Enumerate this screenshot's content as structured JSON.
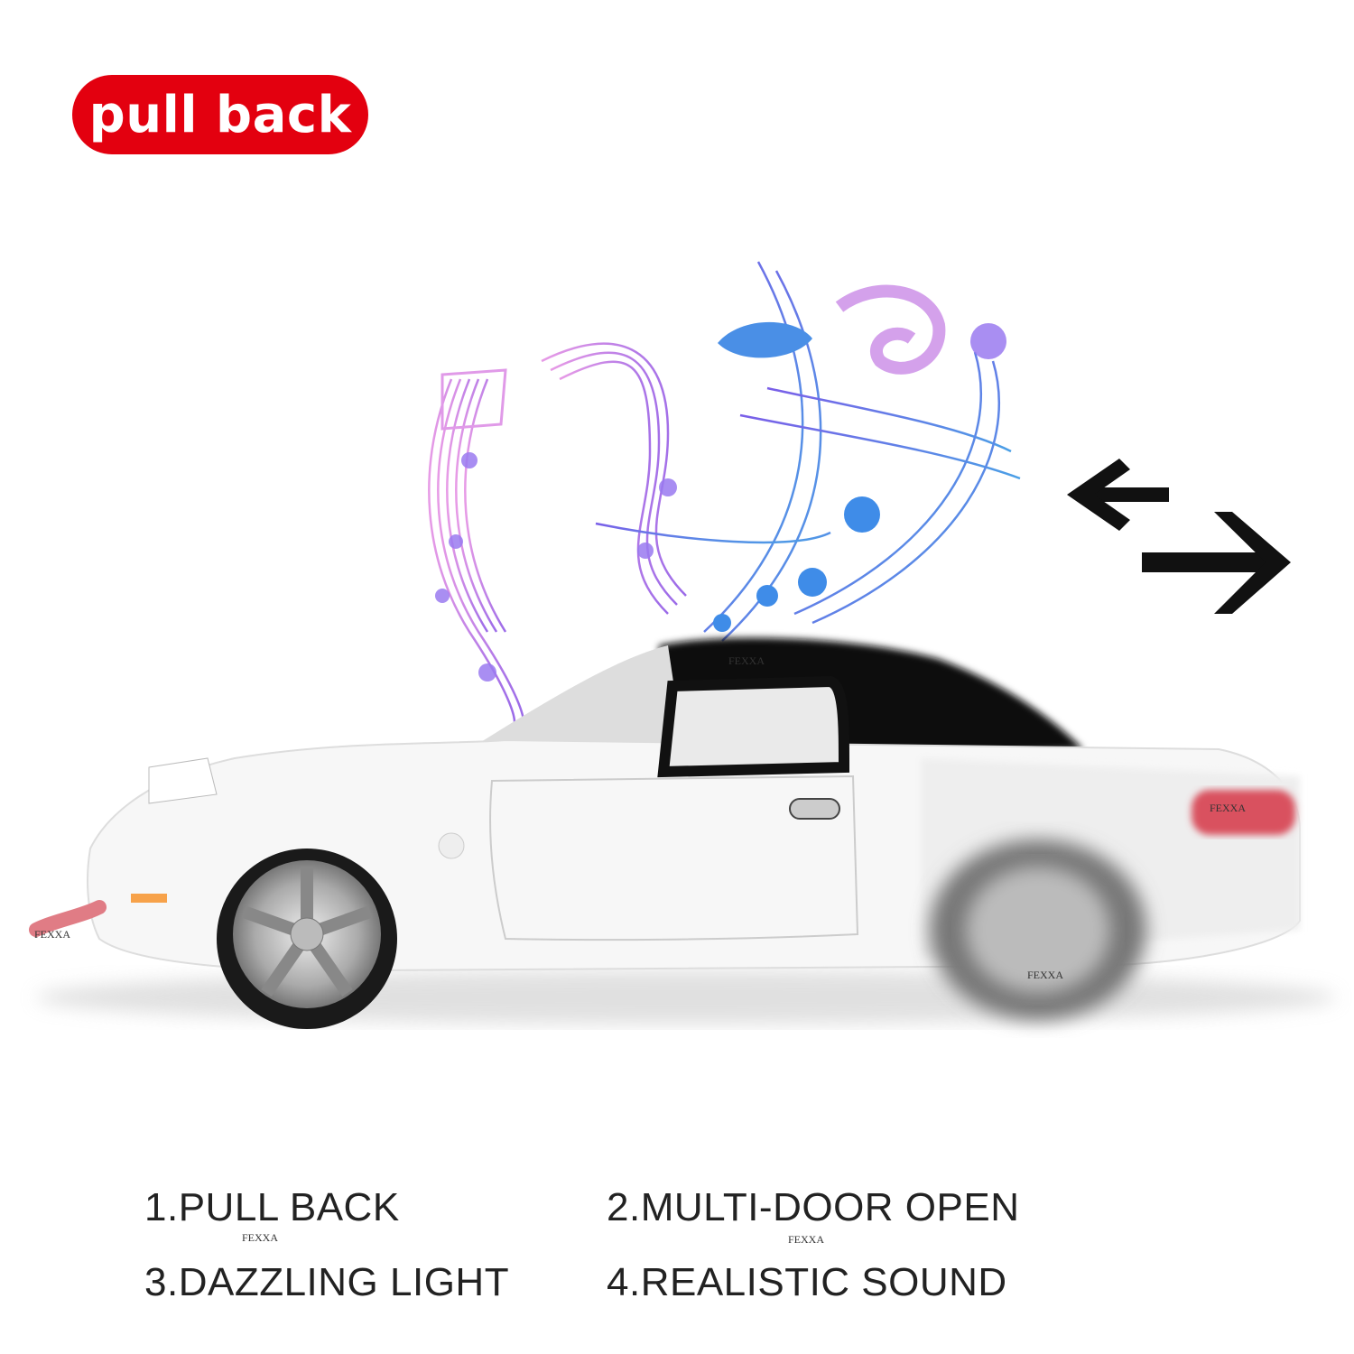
{
  "badge": {
    "label": "pull back",
    "color": "#e3000f"
  },
  "features": [
    {
      "label": "1.PULL BACK"
    },
    {
      "label": "2.MULTI-DOOR OPEN"
    },
    {
      "label": "3.DAZZLING LIGHT"
    },
    {
      "label": "4.REALISTIC SOUND"
    }
  ],
  "watermark": "FEXXA",
  "icons": {
    "arrows": "bidirectional-arrows-icon",
    "music": "music-notes-icon"
  }
}
